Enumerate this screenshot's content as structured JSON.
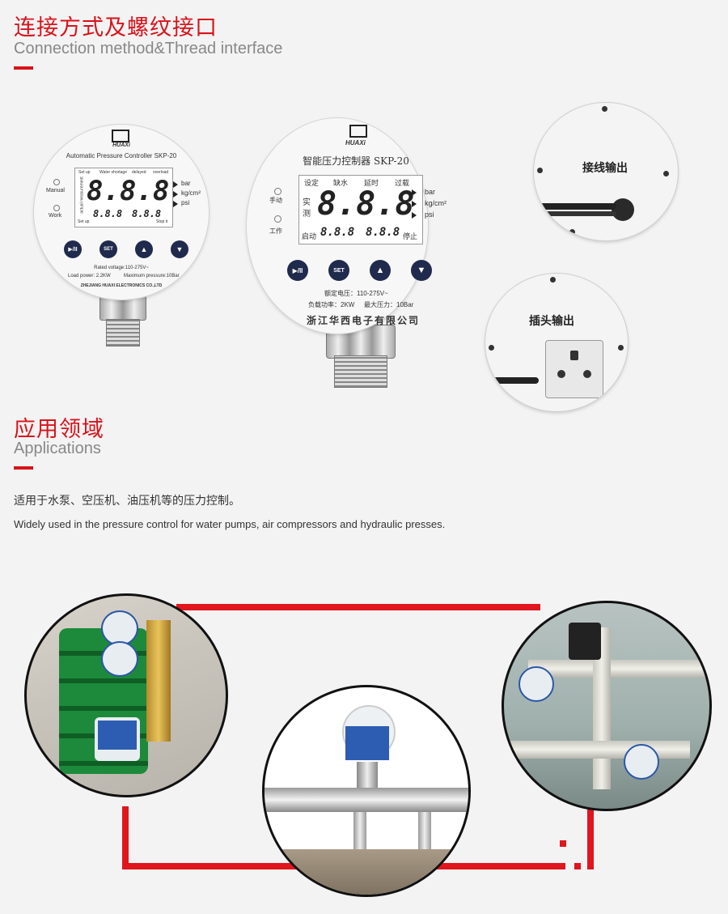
{
  "section1": {
    "title_cn": "连接方式及螺纹接口",
    "title_en": "Connection method&Thread interface"
  },
  "device_en": {
    "brand": "HUAXi",
    "model": "Automatic Pressure Controller SKP-20",
    "lcd_top": [
      "Set up",
      "Water shortage",
      "delayed",
      "overload"
    ],
    "lcd_side": "actual measurement",
    "digits": "8.8.8",
    "small_left": "8.8.8",
    "small_right": "8.8.8",
    "lcd_bottom_left": "Set up",
    "lcd_bottom_right": "Stop it",
    "units": [
      "bar",
      "kg/cm²",
      "psi"
    ],
    "leds": [
      "Manual",
      "Work"
    ],
    "buttons": [
      "▶/II",
      "SET",
      "▲",
      "▼"
    ],
    "rated_voltage": "Rated voltage:110-275V~",
    "load_power": "Load power: 2.2KW",
    "max_pressure": "Maximum pressure:10Bar",
    "company": "ZHEJIANG HUAXI ELECTRONICS CO.,LTD"
  },
  "device_cn": {
    "brand": "HUAXi",
    "model": "智能压力控制器 SKP-20",
    "lcd_top": [
      "设定",
      "缺水",
      "延时",
      "过载"
    ],
    "lcd_side": [
      "实",
      "测"
    ],
    "digits": "8.8.8",
    "small_left": "8.8.8",
    "small_right": "8.8.8",
    "lcd_bottom_left": "启动",
    "lcd_bottom_right": "停止",
    "units": [
      "bar",
      "kg/cm²",
      "psi"
    ],
    "leds": [
      "手动",
      "工作"
    ],
    "buttons": [
      "▶/II",
      "SET",
      "▲",
      "▼"
    ],
    "rated_voltage": "额定电压：110-275V~",
    "load_power": "负载功率：2KW",
    "max_pressure": "最大压力：10Bar",
    "company": "浙江华西电子有限公司"
  },
  "output1": {
    "label": "接线输出"
  },
  "output2": {
    "label": "插头输出"
  },
  "section2": {
    "title_cn": "应用领域",
    "title_en": "Applications",
    "desc_cn": "适用于水泵、空压机、油压机等的压力控制。",
    "desc_en": "Widely used in the pressure control for water pumps, air compressors and hydraulic presses."
  },
  "colors": {
    "accent": "#d8131b",
    "lcd_button": "#1f2a4d",
    "background": "#f3f3f3"
  }
}
